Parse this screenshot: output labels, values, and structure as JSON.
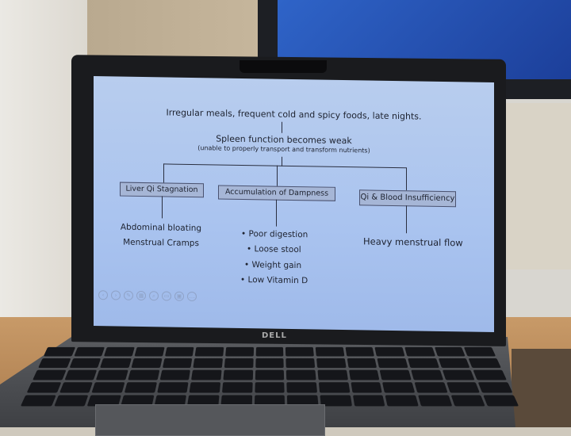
{
  "slide": {
    "cause": "Irregular meals, frequent cold and spicy foods, late nights.",
    "main": "Spleen function becomes weak",
    "sub": "(unable to properly transport and transform nutrients)",
    "branches": [
      {
        "title": "Liver Qi Stagnation",
        "items": [
          "Abdominal bloating",
          "Menstrual Cramps"
        ]
      },
      {
        "title": "Accumulation of Dampness",
        "items": [
          "• Poor digestion",
          "• Loose stool",
          "• Weight gain",
          "• Low Vitamin D"
        ]
      },
      {
        "title": "Qi & Blood Insufficiency",
        "items": [
          "Heavy menstrual flow"
        ]
      }
    ]
  },
  "laptop": {
    "brand": "DELL"
  },
  "colors": {
    "slide_bg": "#b0c8ee",
    "box_bg": "#a6b6d6"
  }
}
